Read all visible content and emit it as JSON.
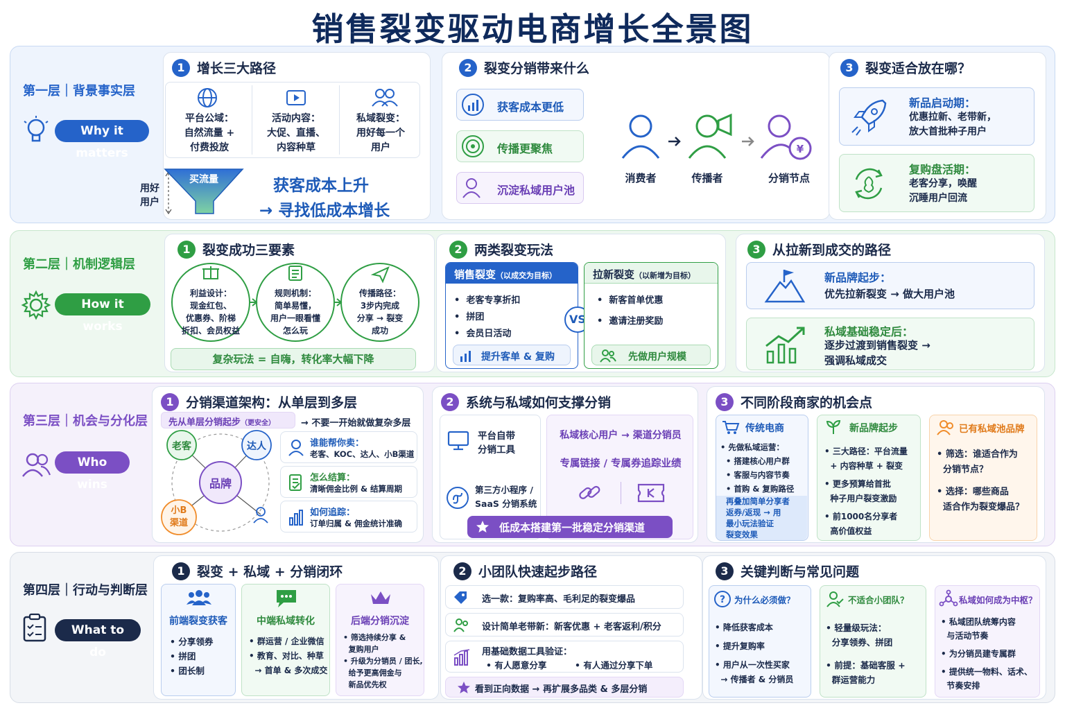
{
  "title": "销售裂变驱动电商增长全景图",
  "colors": {
    "blue": "#2563c9",
    "green": "#2f9e44",
    "purple": "#7b4fc4",
    "gray": "#1b2a4a",
    "orange": "#f08c2a"
  },
  "l1": {
    "name": "第一层｜背景事实层",
    "tag": "Why it matters",
    "p1": {
      "num": "1",
      "title": "增长三大路径",
      "c1": [
        "平台公域：",
        "自然流量 +",
        "付费投放"
      ],
      "c2": [
        "活动内容：",
        "大促、直播、",
        "内容种草"
      ],
      "c3": [
        "私域裂变：",
        "用好每一个",
        "用户"
      ],
      "funnel": "买流量",
      "side": [
        "用好",
        "用户"
      ],
      "big1": "获客成本上升",
      "big2": "→ 寻找低成本增长"
    },
    "p2": {
      "num": "2",
      "title": "裂变分销带来什么",
      "b1": "获客成本更低",
      "b2": "传播更聚焦",
      "b3": "沉淀私域用户池",
      "f1": "消费者",
      "f2": "传播者",
      "f3": "分销节点"
    },
    "p3": {
      "num": "3",
      "title": "裂变适合放在哪？",
      "s1t": "新品启动期：",
      "s1": [
        "优惠拉新、老带新，",
        "放大首批种子用户"
      ],
      "s2t": "复购盘活期：",
      "s2": [
        "老客分享，唤醒",
        "沉睡用户回流"
      ]
    }
  },
  "l2": {
    "name": "第二层｜机制逻辑层",
    "tag": "How it works",
    "p1": {
      "num": "1",
      "title": "裂变成功三要素",
      "e1": [
        "利益设计：",
        "现金红包、",
        "优惠券、阶梯",
        "折扣、会员权益"
      ],
      "e2": [
        "规则机制：",
        "简单易懂，",
        "用户一眼看懂",
        "怎么玩"
      ],
      "e3": [
        "传播路径：",
        "3步内完成",
        "分享 → 裂变",
        "成功"
      ],
      "warn": "复杂玩法 = 自嗨，转化率大幅下降"
    },
    "p2": {
      "num": "2",
      "title": "两类裂变玩法",
      "a": "销售裂变",
      "asub": "（以成交为目标）",
      "aitems": [
        "老客专享折扣",
        "拼团",
        "会员日活动"
      ],
      "abtn": "提升客单 & 复购",
      "vs": "VS",
      "b": "拉新裂变",
      "bsub": "（以新增为目标）",
      "bitems": [
        "新客首单优惠",
        "邀请注册奖励"
      ],
      "bbtn": "先做用户规模"
    },
    "p3": {
      "num": "3",
      "title": "从拉新到成交的路径",
      "s1t": "新品牌起步：",
      "s1": "优先拉新裂变 → 做大用户池",
      "s2t": "私域基础稳定后：",
      "s2": [
        "逐步过渡到销售裂变 →",
        "强调私域成交"
      ]
    }
  },
  "l3": {
    "name": "第三层｜机会与分化层",
    "tag": "Who wins",
    "p1": {
      "num": "1",
      "title": "分销渠道架构：从单层到多层",
      "start": "先从单层分销起步",
      "startsub": "（更安全）",
      "note": "→ 不要一开始就做复杂多层",
      "brand": "品牌",
      "n1": "老客",
      "n2": "达人",
      "n3": [
        "小B",
        "渠道"
      ],
      "q1t": "谁能帮你卖：",
      "q1": "老客、KOC、达人、小B渠道",
      "q2t": "怎么结算：",
      "q2": "清晰佣金比例 & 结算周期",
      "q3t": "如何追踪：",
      "q3": "订单归属 & 佣金统计准确"
    },
    "p2": {
      "num": "2",
      "title": "系统与私域如何支撑分销",
      "t1": [
        "平台自带",
        "分销工具"
      ],
      "t2": [
        "第三方小程序 /",
        "SaaS 分销系统"
      ],
      "r1": "私域核心用户 → 渠道分销员",
      "r2": "专属链接 / 专属券追踪业绩",
      "btn": "低成本搭建第一批稳定分销渠道"
    },
    "p3": {
      "num": "3",
      "title": "不同阶段商家的机会点",
      "c1t": "传统电商",
      "c1": [
        "• 先做私域运营：",
        "  • 搭建核心用户群",
        "  • 客服与内容节奏",
        "  • 首购 & 复购路径"
      ],
      "c1b": [
        "再叠加简单分享者",
        "返券/返现 → 用",
        "最小玩法验证",
        "裂变效果"
      ],
      "c2t": "新品牌起步",
      "c2": [
        "• 三大路径：平台流量",
        "  + 内容种草 + 裂变",
        "• 更多预算给首批",
        "  种子用户裂变激励",
        "• 前1000名分享者",
        "  高价值权益"
      ],
      "c3t": "已有私域池品牌",
      "c3": [
        "• 筛选：谁适合作为",
        "  分销节点？",
        "• 选择：哪些商品",
        "  适合作为裂变爆品？"
      ]
    }
  },
  "l4": {
    "name": "第四层｜行动与判断层",
    "tag": "What to do",
    "p1": {
      "num": "1",
      "title": "裂变 + 私域 + 分销闭环",
      "c1t": "前端裂变获客",
      "c1": [
        "• 分享领券",
        "• 拼团",
        "• 团长制"
      ],
      "c2t": "中端私域转化",
      "c2": [
        "• 群运营 / 企业微信",
        "• 教育、对比、种草",
        "  → 首单 & 多次成交"
      ],
      "c3t": "后端分销沉淀",
      "c3": [
        "• 筛选持续分享 &",
        "  复购用户",
        "• 升级为分销员 / 团长,",
        "  给予更高佣金与",
        "  新品优先权"
      ]
    },
    "p2": {
      "num": "2",
      "title": "小团队快速起步路径",
      "s1": "选一款：复购率高、毛利足的裂变爆品",
      "s2": "设计简单老带新：新客优惠 + 老客返利/积分",
      "s3t": "用基础数据工具验证：",
      "s3a": "• 有人愿意分享",
      "s3b": "• 有人通过分享下单",
      "s4": "看到正向数据 → 再扩展多品类 & 多层分销"
    },
    "p3": {
      "num": "3",
      "title": "关键判断与常见问题",
      "c1t": "为什么必须做？",
      "c1": [
        "• 降低获客成本",
        "• 提升复购率",
        "• 用户从一次性买家",
        "  → 传播者 & 分销员"
      ],
      "c2t": "不适合小团队？",
      "c2": [
        "• 轻量级玩法：",
        "  分享领券、拼团",
        "• 前提：基础客服 +",
        "  群运营能力"
      ],
      "c3t": "私域如何成为中枢？",
      "c3": [
        "• 私域团队统筹内容",
        "  与活动节奏",
        "• 为分销员建专属群",
        "• 提供统一物料、话术、",
        "  节奏安排"
      ]
    }
  }
}
